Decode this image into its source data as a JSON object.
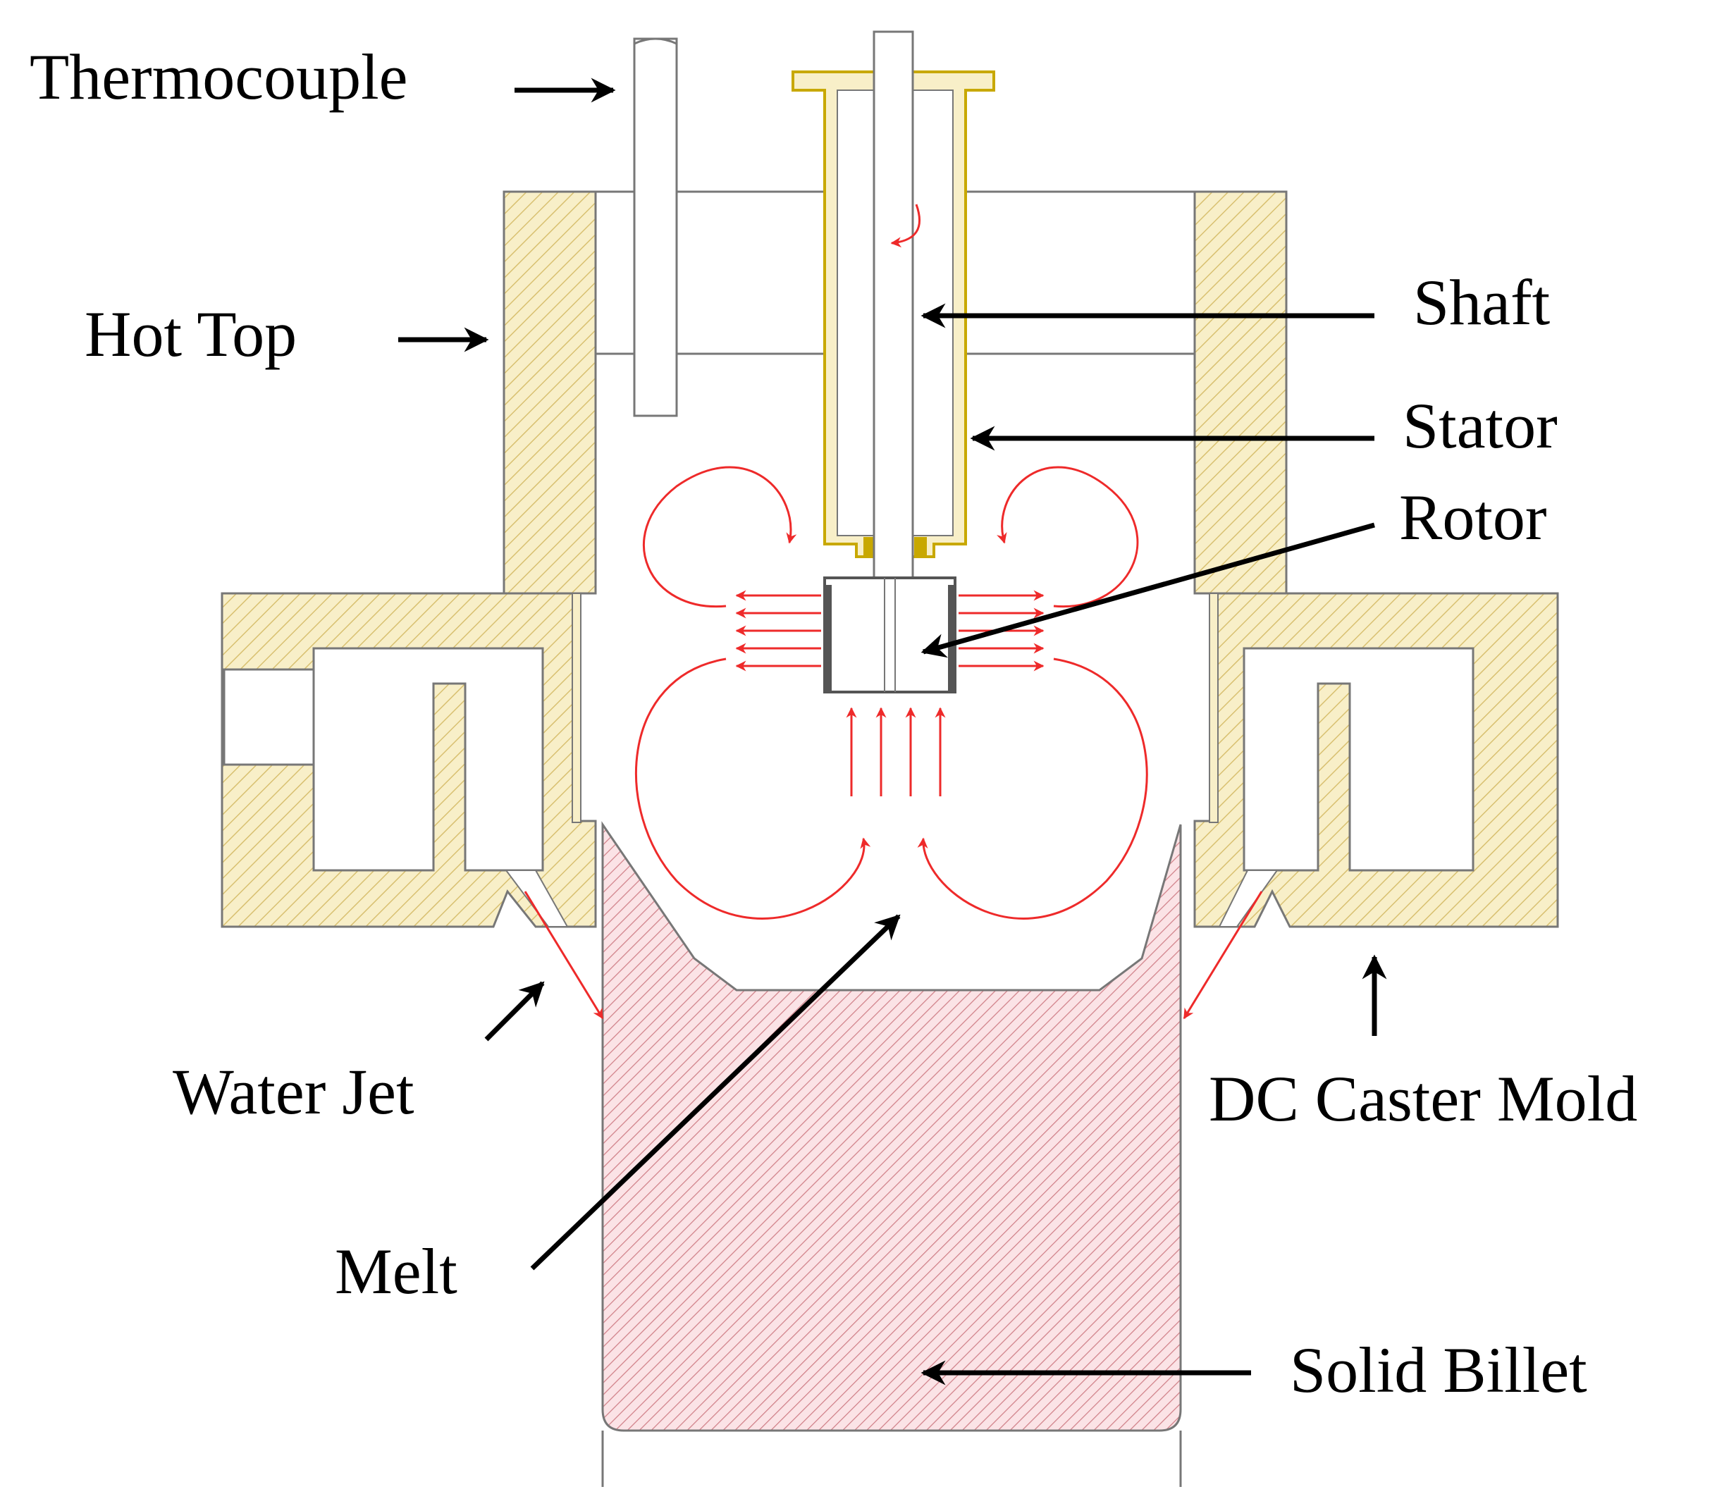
{
  "labels": {
    "thermocouple": "Thermocouple",
    "hot_top": "Hot Top",
    "shaft": "Shaft",
    "stator": "Stator",
    "rotor": "Rotor",
    "water_jet": "Water Jet",
    "dc_caster_mold": "DC Caster Mold",
    "melt": "Melt",
    "solid_billet": "Solid Billet"
  },
  "colors": {
    "mold_fill": "#f8efc8",
    "mold_hatch": "#d8c070",
    "billet_fill": "#fbe3e6",
    "billet_hatch": "#d08088",
    "flow": "#ee2a2a",
    "outline": "#555555",
    "gold": "#c8a800"
  }
}
